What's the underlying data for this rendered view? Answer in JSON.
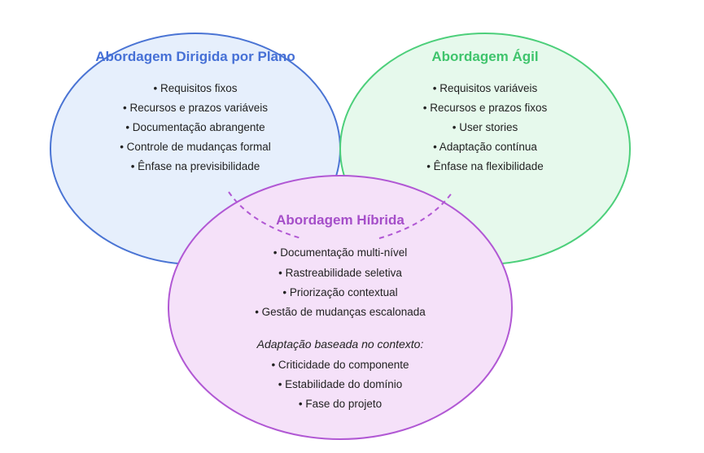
{
  "colors": {
    "plan_stroke": "#4a74d4",
    "plan_fill": "#e6effc",
    "plan_title": "#4670d6",
    "agile_stroke": "#4ccf7a",
    "agile_fill": "#e6f9ec",
    "agile_title": "#3fc46c",
    "hybrid_stroke": "#b158d4",
    "hybrid_fill": "#f5e1f9",
    "hybrid_title": "#a54ec9"
  },
  "plan": {
    "title": "Abordagem Dirigida por Plano",
    "items": [
      "• Requisitos fixos",
      "• Recursos e prazos variáveis",
      "• Documentação abrangente",
      "• Controle de mudanças formal",
      "• Ênfase na previsibilidade"
    ]
  },
  "agile": {
    "title": "Abordagem Ágil",
    "items": [
      "• Requisitos variáveis",
      "• Recursos e prazos fixos",
      "• User stories",
      "• Adaptação contínua",
      "• Ênfase na flexibilidade"
    ]
  },
  "hybrid": {
    "title": "Abordagem Híbrida",
    "items": [
      "• Documentação multi-nível",
      "• Rastreabilidade seletiva",
      "• Priorização contextual",
      "• Gestão de mudanças escalonada"
    ],
    "context_title": "Adaptação baseada no contexto:",
    "context_items": [
      "• Criticidade do componente",
      "• Estabilidade do domínio",
      "• Fase do projeto"
    ]
  }
}
